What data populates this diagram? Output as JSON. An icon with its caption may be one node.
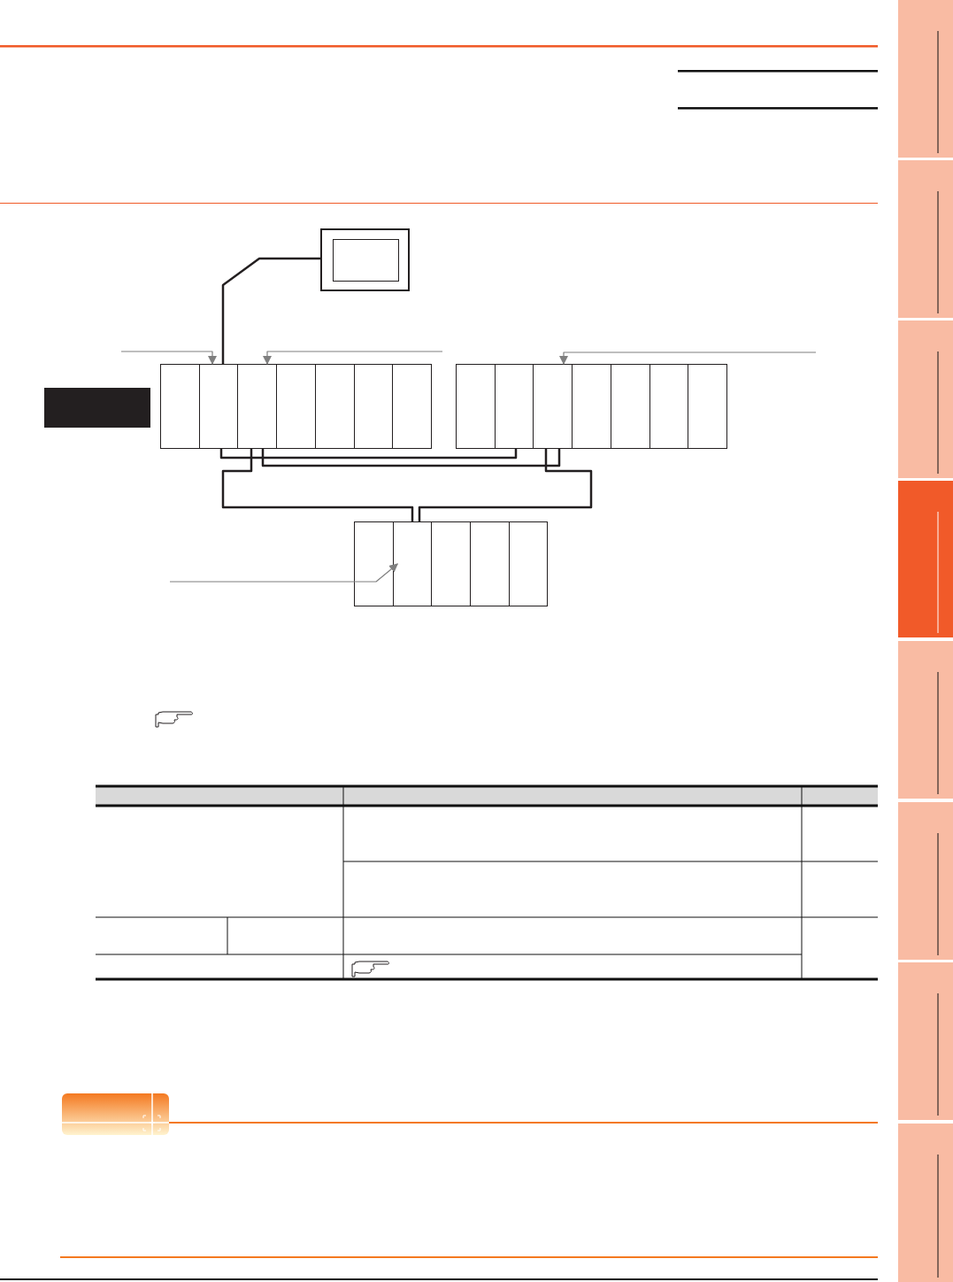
{
  "diagram": {
    "nodes": [
      {
        "text": [],
        "shape": "box"
      },
      {
        "text": [],
        "shape": "box"
      },
      {
        "text": [],
        "shape": "box"
      },
      {
        "text": [],
        "shape": "box"
      },
      {
        "text": [],
        "shape": "box"
      },
      {
        "text": [],
        "shape": "box"
      },
      {
        "text": [],
        "shape": "box"
      },
      {
        "text": [],
        "shape": "box"
      },
      {
        "text": [],
        "shape": "box"
      },
      {
        "text": [],
        "shape": "box"
      },
      {
        "text": [],
        "shape": "box"
      },
      {
        "text": [],
        "shape": "box"
      },
      {
        "text": [],
        "shape": "box"
      },
      {
        "text": [],
        "shape": "box"
      },
      {
        "text": [],
        "shape": "box"
      },
      {
        "text": [],
        "shape": "box"
      },
      {
        "text": [],
        "shape": "box"
      },
      {
        "text": [],
        "shape": "box"
      },
      {
        "text": [],
        "shape": "box"
      },
      {
        "text": [],
        "shape": "box"
      },
      {
        "text": [],
        "shape": "box"
      }
    ],
    "edges": [
      {
        "from": 0,
        "to": 3,
        "arrow": "none"
      },
      {
        "from": 3,
        "to": 10,
        "arrow": "none"
      },
      {
        "from": 4,
        "to": 11,
        "arrow": "none"
      },
      {
        "from": 4,
        "to": 17,
        "arrow": "none"
      },
      {
        "from": 11,
        "to": 17,
        "arrow": "none"
      },
      {
        "from": null,
        "to": 3,
        "arrow": "to",
        "color": "#7f7f7f"
      },
      {
        "from": null,
        "to": 4,
        "arrow": "to",
        "color": "#7f7f7f"
      },
      {
        "from": null,
        "to": 11,
        "arrow": "to",
        "color": "#7f7f7f"
      },
      {
        "from": null,
        "to": 17,
        "arrow": "to",
        "color": "#7f7f7f"
      }
    ]
  }
}
